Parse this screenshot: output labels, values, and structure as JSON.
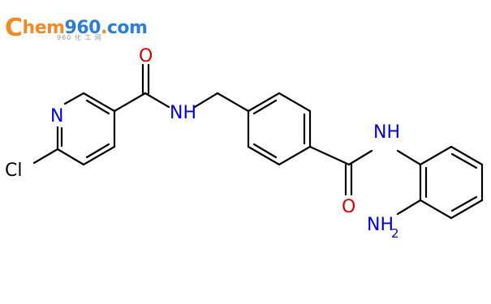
{
  "logo": {
    "c": "C",
    "hem": "hem",
    "num": "960",
    "dot": ".",
    "com": "com",
    "subtitle": "960 化 工 网"
  },
  "atoms": {
    "pyridine_n": "N",
    "chlorine": "Cl",
    "carbonyl_o_left": "O",
    "amide_nh_left": "NH",
    "carbonyl_o_right": "O",
    "amide_nh_right": "NH",
    "amine_nh": "NH",
    "amine_sub": "2"
  },
  "colors": {
    "bond": "#000000",
    "nitrogen": "#0000cc",
    "oxygen": "#cc0000",
    "chlorine": "#000000",
    "logo_orange": "#f08a24",
    "logo_blue": "#2a7fd4"
  }
}
